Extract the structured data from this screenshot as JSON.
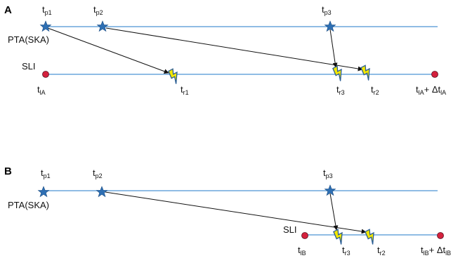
{
  "colors": {
    "track": "#7fb2e0",
    "star": "#2e6fb3",
    "dot": "#d4213d",
    "bolt": "#f2e600",
    "bolt_edge": "#2a5d95",
    "arrow": "#111111"
  },
  "panel_a": {
    "letter": "A",
    "tp1": {
      "base": "t",
      "sub": "p1"
    },
    "tp2": {
      "base": "t",
      "sub": "p2"
    },
    "tp3": {
      "base": "t",
      "sub": "p3"
    },
    "pta_label": "PTA(SKA)",
    "sli_label": "SLI",
    "tstart": {
      "base": "t",
      "sub": "lA"
    },
    "tr1": {
      "base": "t",
      "sub": "r1"
    },
    "tr3": {
      "base": "t",
      "sub": "r3"
    },
    "tr2": {
      "base": "t",
      "sub": "r2"
    },
    "tend": {
      "base": "t",
      "sub": "lA",
      "mid": "+ Δt",
      "sub2": "lA"
    }
  },
  "panel_b": {
    "letter": "B",
    "tp1": {
      "base": "t",
      "sub": "p1"
    },
    "tp2": {
      "base": "t",
      "sub": "p2"
    },
    "tp3": {
      "base": "t",
      "sub": "p3"
    },
    "pta_label": "PTA(SKA)",
    "sli_label": "SLI",
    "tstart": {
      "base": "t",
      "sub": "lB"
    },
    "tr3": {
      "base": "t",
      "sub": "r3"
    },
    "tr2": {
      "base": "t",
      "sub": "r2"
    },
    "tend": {
      "base": "t",
      "sub": "lB",
      "mid": "+ Δt",
      "sub2": "lB"
    }
  }
}
